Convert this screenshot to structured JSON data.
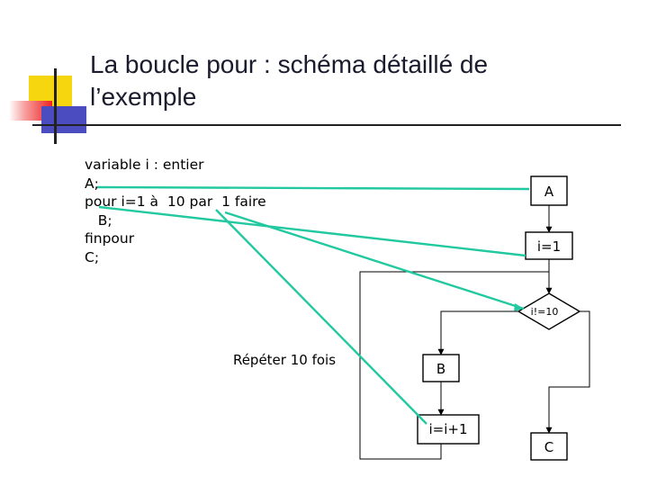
{
  "slide": {
    "title": "La boucle pour : schéma détaillé de\nl’exemple"
  },
  "code": {
    "lines": [
      "variable i : entier",
      "A;",
      "pour i=1 à  10 par  1 faire",
      "   B;",
      "finpour",
      "C;"
    ]
  },
  "flowchart": {
    "box_a": "A",
    "box_init": "i=1",
    "condition": "i!=10",
    "box_b": "B",
    "box_incr": "i=i+1",
    "box_c": "C",
    "repeat_label": "Répéter 10 fois"
  },
  "colors": {
    "connector_highlight": "#22c9a0",
    "accent_yellow": "#f5d60f",
    "accent_red": "#ee2222",
    "accent_blue": "#4a4cc0"
  }
}
